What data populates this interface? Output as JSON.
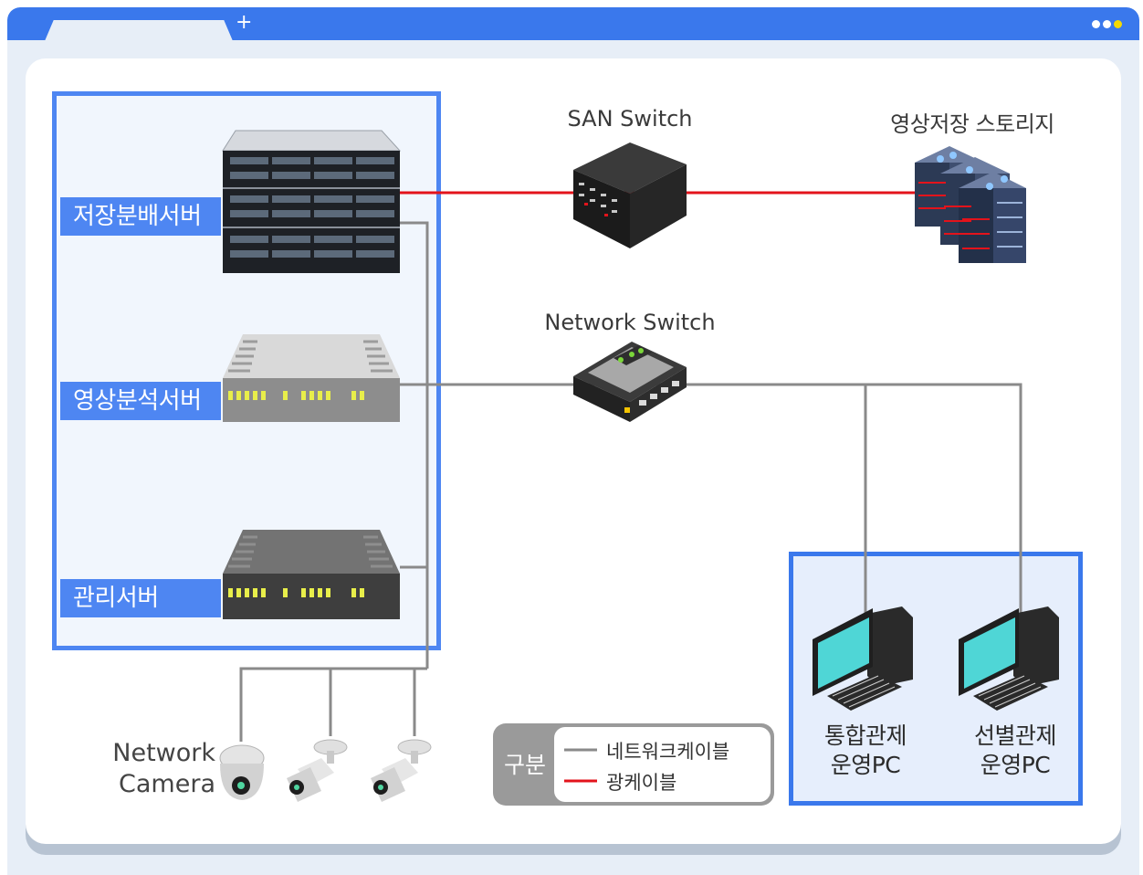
{
  "window": {
    "new_tab_symbol": "+"
  },
  "colors": {
    "accent": "#4e86f2",
    "optical": "#e3131b",
    "network": "#8a8a8a"
  },
  "servers": {
    "storage_distribution": "저장분배서버",
    "video_analysis": "영상분석서버",
    "management": "관리서버"
  },
  "devices": {
    "san_switch": "SAN Switch",
    "video_storage": "영상저장 스토리지",
    "network_switch": "Network Switch",
    "camera_line1": "Network",
    "camera_line2": "Camera"
  },
  "pcs": {
    "integrated_line1": "통합관제",
    "integrated_line2": "운영PC",
    "selective_line1": "선별관제",
    "selective_line2": "운영PC"
  },
  "legend": {
    "title": "구분",
    "network_cable": "네트워크케이블",
    "optical_cable": "광케이블"
  }
}
